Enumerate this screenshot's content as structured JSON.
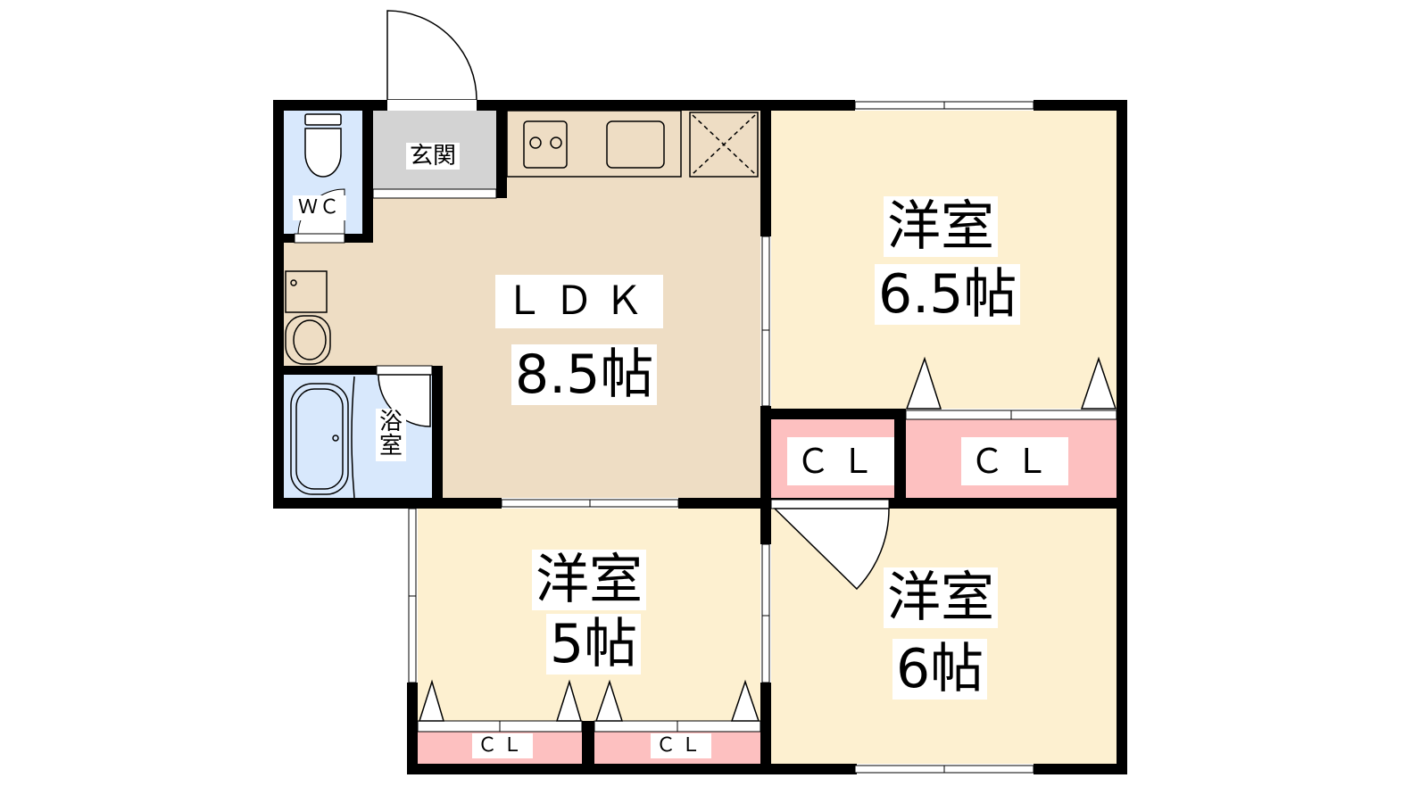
{
  "floorplan": {
    "colors": {
      "wall": "#000000",
      "ldk": "#eeddc4",
      "western": "#fdf0d0",
      "closet": "#fdc0c0",
      "wet": "#d8e8fc",
      "entrance": "#d3d3d3"
    },
    "rooms": {
      "wc": {
        "label": "ＷＣ"
      },
      "entrance": {
        "label": "玄関"
      },
      "bath": {
        "label": "浴室"
      },
      "ldk": {
        "name": "ＬＤＫ",
        "size": "8.5帖"
      },
      "western_a": {
        "name": "洋室",
        "size": "6.5帖"
      },
      "western_b": {
        "name": "洋室",
        "size": "5帖"
      },
      "western_c": {
        "name": "洋室",
        "size": "6帖"
      }
    },
    "closets": [
      "ＣＬ",
      "ＣＬ",
      "ＣＬ",
      "ＣＬ"
    ]
  }
}
